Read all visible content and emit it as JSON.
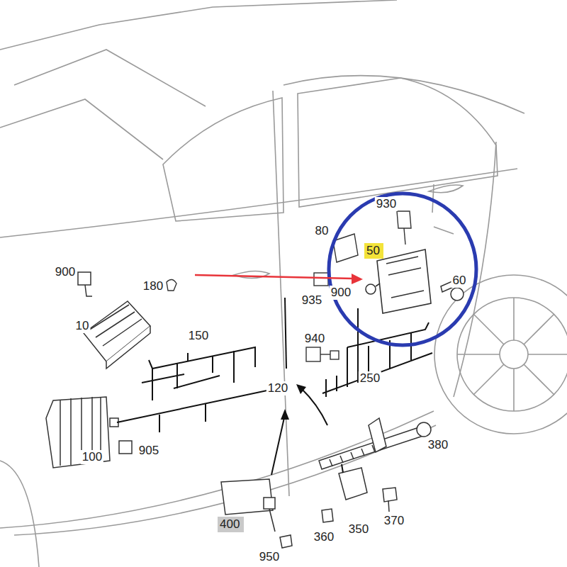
{
  "diagram": {
    "nodes": [
      {
        "text": [
          "50"
        ]
      },
      {
        "text": [
          "400"
        ]
      }
    ],
    "labels": [
      "930",
      "80",
      "900",
      "180",
      "900",
      "935",
      "60",
      "10",
      "150",
      "940",
      "250",
      "120",
      "905",
      "100",
      "380",
      "370",
      "350",
      "360",
      "950"
    ]
  }
}
